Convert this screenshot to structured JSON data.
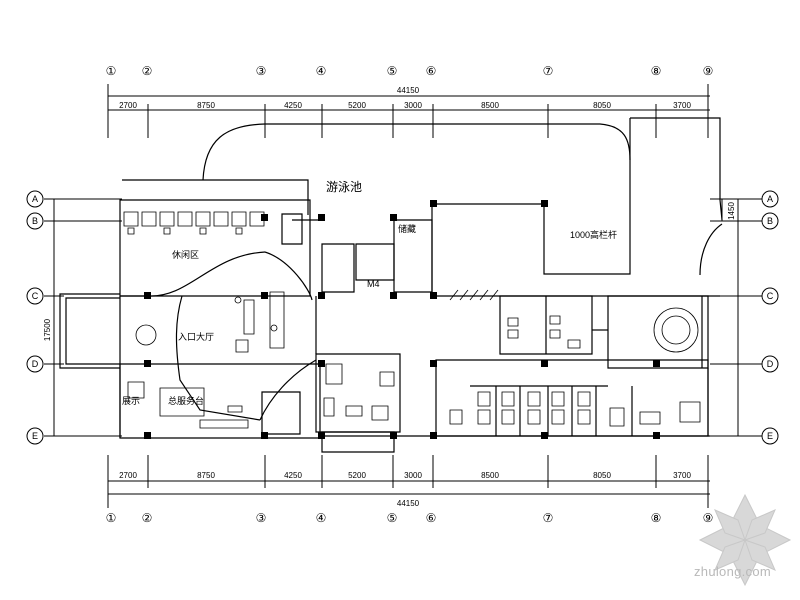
{
  "grid": {
    "columns": [
      "①",
      "②",
      "③",
      "④",
      "⑤",
      "⑥",
      "⑦",
      "⑧",
      "⑨"
    ],
    "rows": [
      "A",
      "B",
      "C",
      "D",
      "E"
    ]
  },
  "dimensions": {
    "total": "44150",
    "segments": [
      "2700",
      "8750",
      "4250",
      "5200",
      "3000",
      "8500",
      "8050",
      "3700"
    ],
    "vertical_total": "17500",
    "vertical_top": "1450"
  },
  "labels": {
    "pool": "游泳池",
    "railing": "1000高栏杆",
    "lounge": "休闲区",
    "entrance": "入口大厅",
    "lift": "M4",
    "reception": "总服务台",
    "display": "展示",
    "storage": "储藏"
  },
  "watermark": {
    "site": "zhulong.com"
  }
}
